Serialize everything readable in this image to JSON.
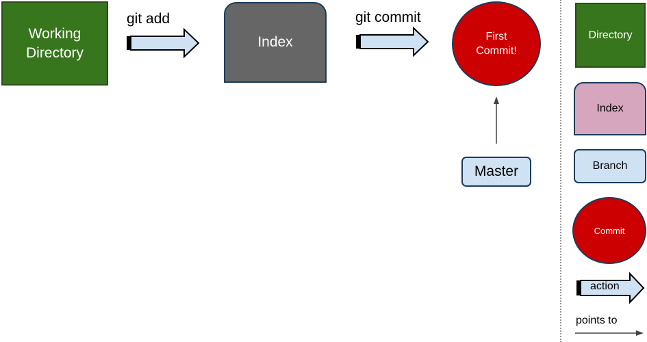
{
  "main": {
    "working_directory": "Working\nDirectory",
    "index": "Index",
    "first_commit": "First\nCommit!",
    "master": "Master",
    "git_add": "git add",
    "git_commit": "git commit"
  },
  "legend": {
    "directory": "Directory",
    "index": "Index",
    "branch": "Branch",
    "commit": "Commit",
    "action": "action",
    "points_to": "points to"
  },
  "colors": {
    "directory": "#38761d",
    "index_main": "#666666",
    "index_legend": "#d5a6bd",
    "commit": "#cc0000",
    "branch": "#cfe2f3",
    "action_arrow": "#cfe2f3"
  }
}
